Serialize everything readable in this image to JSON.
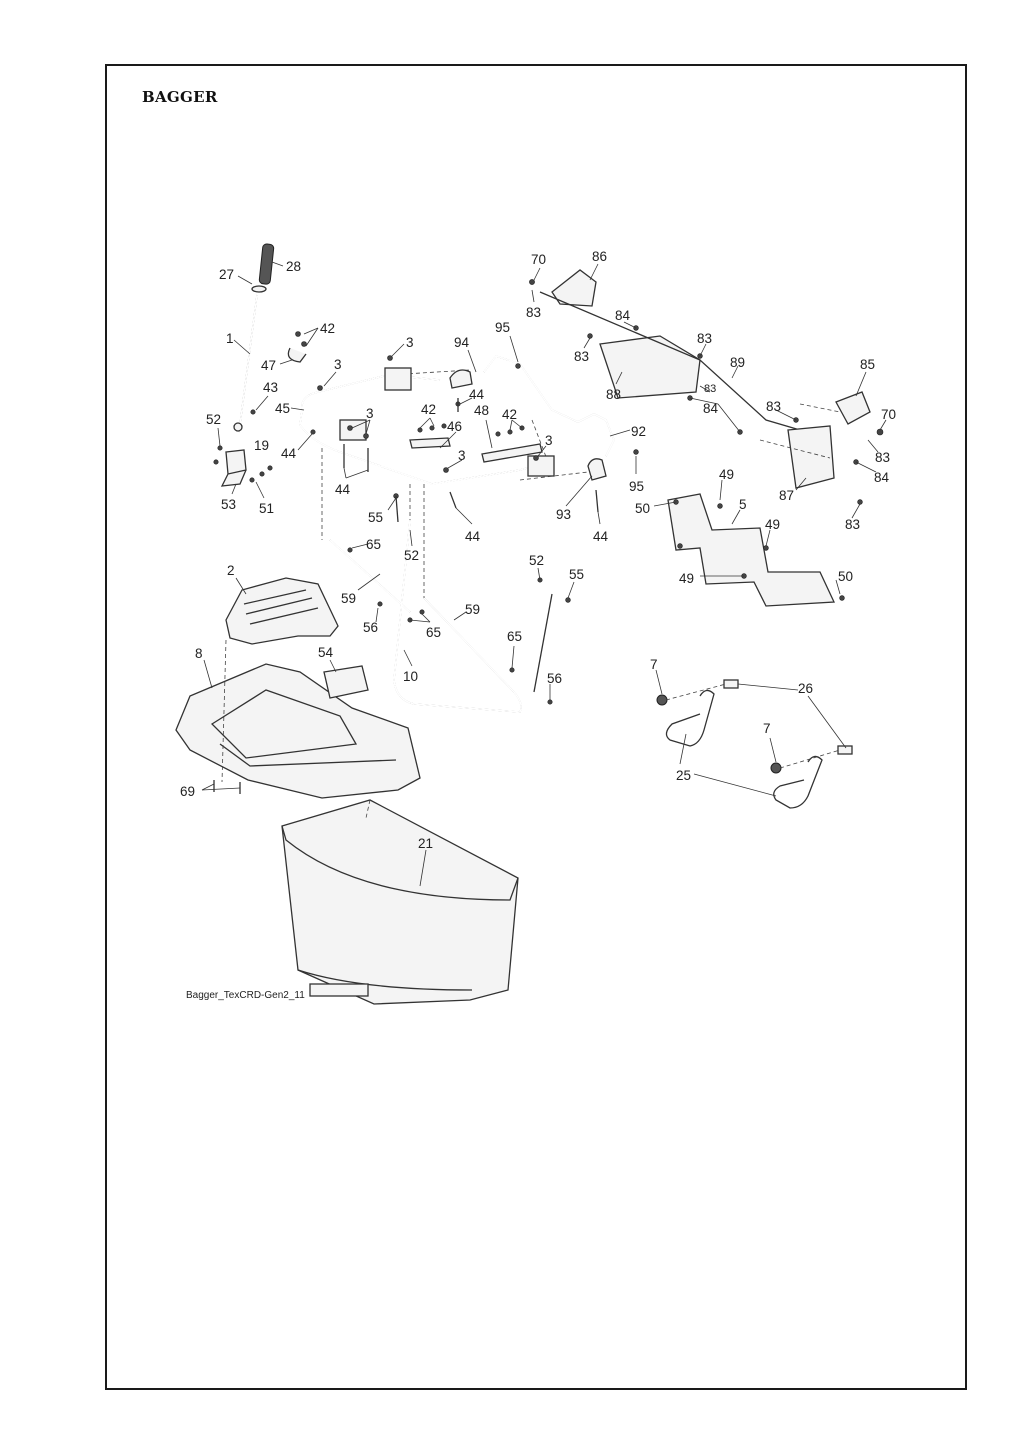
{
  "page": {
    "title": "BAGGER",
    "figure_id": "Bagger_TexCRD-Gen2_11"
  },
  "callouts": {
    "c28": "28",
    "c27": "27",
    "c1": "1",
    "c42a": "42",
    "c47": "47",
    "c3a": "3",
    "c3b": "3",
    "c43": "43",
    "c45": "45",
    "c52a": "52",
    "c19": "19",
    "c44a": "44",
    "c53": "53",
    "c51": "51",
    "c94": "94",
    "c95a": "95",
    "c44b": "44",
    "c42b": "42",
    "c48": "48",
    "c42c": "42",
    "c46": "46",
    "c3c": "3",
    "c3d": "3",
    "c3e": "3",
    "c44c": "44",
    "c92": "92",
    "c95b": "95",
    "c93": "93",
    "c44d": "44",
    "c44e": "44",
    "c55a": "55",
    "c65a": "65",
    "c52b": "52",
    "c59a": "59",
    "c56a": "56",
    "c65b": "65",
    "c59b": "59",
    "c52c": "52",
    "c55b": "55",
    "c65c": "65",
    "c10": "10",
    "c56b": "56",
    "c2": "2",
    "c8": "8",
    "c54": "54",
    "c69": "69",
    "c21": "21",
    "c70a": "70",
    "c86": "86",
    "c83a": "83",
    "c84a": "84",
    "c83b": "83",
    "c83c": "83",
    "c88": "88",
    "c83d": "83",
    "c84b": "84",
    "c89": "89",
    "c85": "85",
    "c83e": "83",
    "c70b": "70",
    "c83f": "83",
    "c84c": "84",
    "c87": "87",
    "c83g": "83",
    "c49a": "49",
    "c50a": "50",
    "c5": "5",
    "c49b": "49",
    "c49c": "49",
    "c50b": "50",
    "c7a": "7",
    "c26": "26",
    "c7b": "7",
    "c25": "25"
  }
}
